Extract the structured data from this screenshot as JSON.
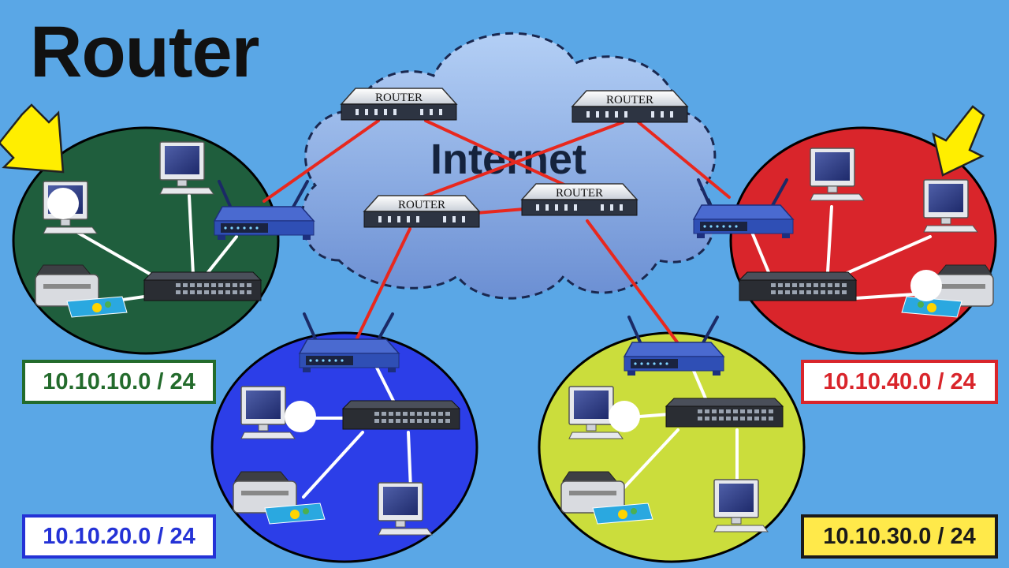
{
  "title": "Router",
  "internet_label": "Internet",
  "router_label": "ROUTER",
  "networks": [
    {
      "subnet": "10.10.10.0 / 24",
      "color": "#1f5e3d"
    },
    {
      "subnet": "10.10.20.0 / 24",
      "color": "#2c3ee8"
    },
    {
      "subnet": "10.10.30.0 / 24",
      "color": "#cbdd3c"
    },
    {
      "subnet": "10.10.40.0 / 24",
      "color": "#d9252b"
    }
  ],
  "colors": {
    "background": "#5aa7e6",
    "link_internet": "#e8281e",
    "link_lan": "#ffffff",
    "arrow": "#ffee00",
    "wireless_router": "#2f4fb5"
  },
  "icons": [
    "yellow-arrow-icon",
    "wireless-router-icon",
    "switch-icon",
    "computer-icon",
    "printer-icon",
    "router-icon",
    "cloud-icon"
  ]
}
